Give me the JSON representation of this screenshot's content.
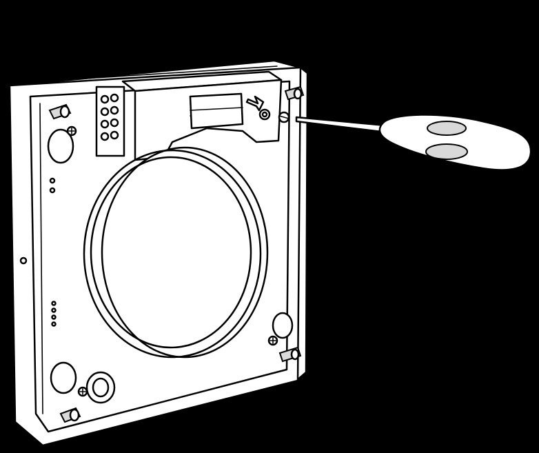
{
  "figure": {
    "background_color": "#000000",
    "line_color": "#000000",
    "fill_color": "#ffffff",
    "shade_color": "#d9d9d9",
    "icons": [
      "mounting-plate",
      "screwdriver",
      "direction-arrow",
      "screw",
      "terminal-block",
      "round-duct-opening"
    ]
  }
}
